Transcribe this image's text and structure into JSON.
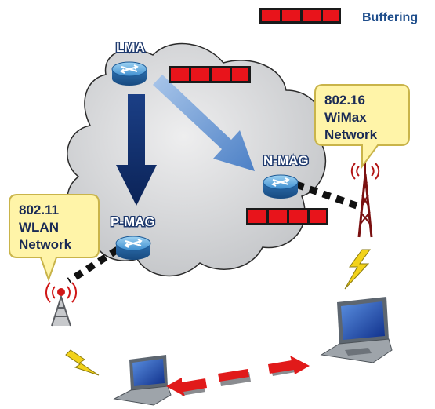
{
  "legend": {
    "label": "Buffering"
  },
  "nodes": {
    "lma": "LMA",
    "n_mag": "N-MAG",
    "p_mag": "P-MAG"
  },
  "callouts": {
    "wimax": [
      "802.16",
      "WiMax",
      "Network"
    ],
    "wlan": [
      "802.11",
      "WLAN",
      "Network"
    ]
  },
  "colors": {
    "buffer_fill": "#e8141b",
    "cloud_fill": "#d9dadc",
    "arrow_dark": "#0f2e6b",
    "arrow_light": "#5b8ed1",
    "callout_fill": "#fff4a8",
    "callout_border": "#c9b44a",
    "lightning": "#f2d21a",
    "move_arrow": "#e11a1a"
  },
  "icons": [
    "router-icon",
    "antenna-tower-icon",
    "laptop-icon",
    "lightning-bolt-icon",
    "buffer-icon"
  ]
}
